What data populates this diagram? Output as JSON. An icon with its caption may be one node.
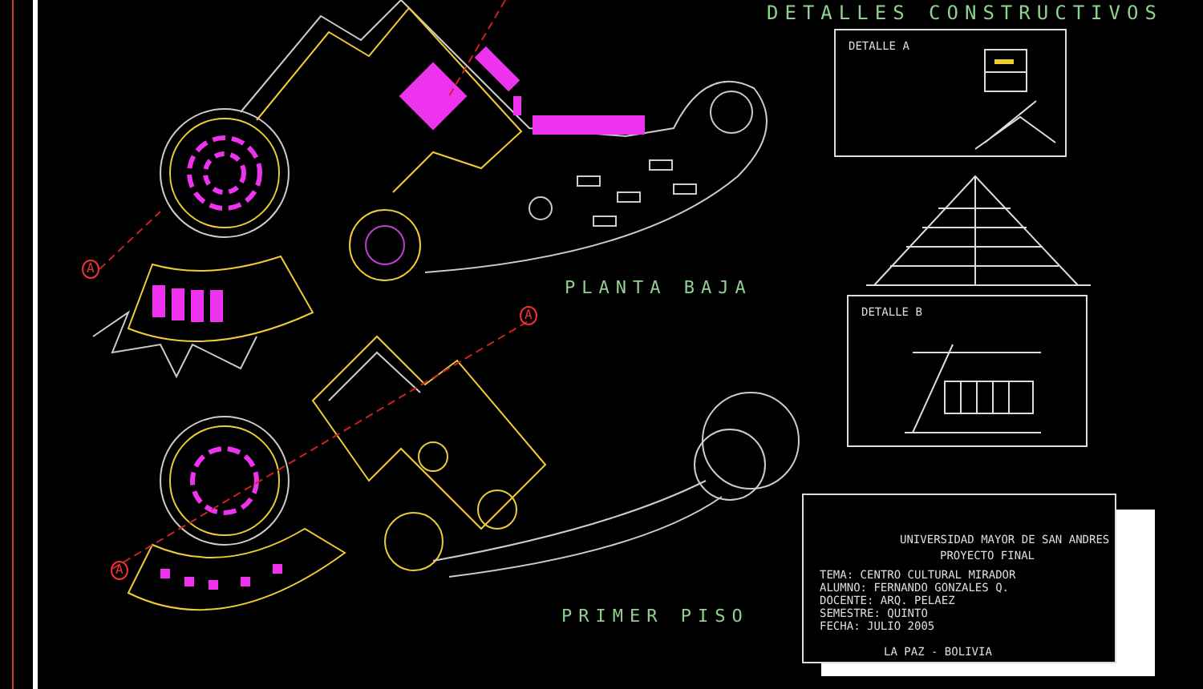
{
  "diagram": {
    "nodes": [
      {
        "text": [
          "DETALLE A"
        ]
      },
      {
        "text": [
          "DETALLE B"
        ]
      },
      {
        "text": [
          "UNIVERSIDAD MAYOR DE SAN ANDRES",
          "PROYECTO FINAL",
          "TEMA: CENTRO CULTURAL MIRADOR",
          "ALUMNO: FERNANDO GONZALES Q.",
          "DOCENTE: ARQ. PELAEZ",
          "SEMESTRE: QUINTO",
          "FECHA: JULIO 2005",
          "LA PAZ - BOLIVIA"
        ]
      }
    ],
    "labels": [
      "DETALLES CONSTRUCTIVOS",
      "PLANTA BAJA",
      "A",
      "A",
      "PRIMER PISO",
      "A"
    ]
  }
}
